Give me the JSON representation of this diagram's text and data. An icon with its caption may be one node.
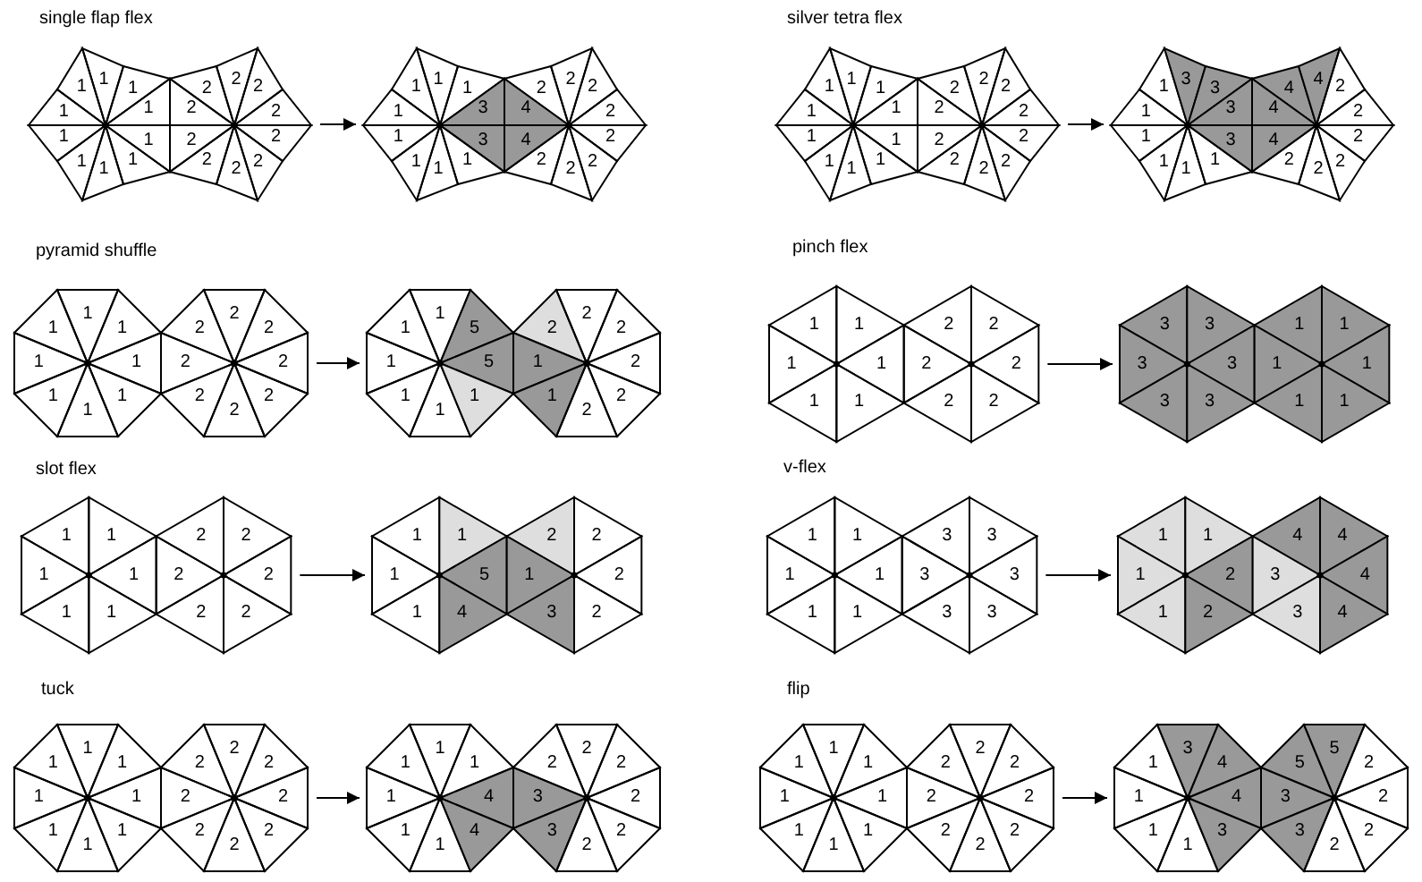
{
  "diagram": {
    "nodes": [
      {
        "text": [
          "1",
          "1",
          "1",
          "1",
          "1",
          "1",
          "1",
          "1",
          "1",
          "1",
          "2",
          "2",
          "2",
          "2",
          "2",
          "2",
          "2",
          "2",
          "2",
          "2"
        ]
      },
      {
        "text": [
          "1",
          "1",
          "1",
          "1",
          "3",
          "1",
          "3",
          "1",
          "1",
          "1",
          "2",
          "2",
          "2",
          "4",
          "2",
          "4",
          "2",
          "2",
          "2",
          "2"
        ]
      },
      {
        "text": [
          "1",
          "1",
          "1",
          "1",
          "1",
          "1",
          "1",
          "1",
          "1",
          "1",
          "2",
          "2",
          "2",
          "2",
          "2",
          "2",
          "2",
          "2",
          "2",
          "2"
        ]
      },
      {
        "text": [
          "1",
          "3",
          "3",
          "1",
          "3",
          "1",
          "3",
          "1",
          "1",
          "1",
          "4",
          "4",
          "2",
          "4",
          "2",
          "4",
          "2",
          "2",
          "2",
          "2"
        ]
      },
      {
        "text": [
          "1",
          "1",
          "1",
          "1",
          "1",
          "1",
          "1",
          "1",
          "2",
          "2",
          "2",
          "2",
          "2",
          "2",
          "2",
          "2"
        ]
      },
      {
        "text": [
          "1",
          "1",
          "5",
          "1",
          "5",
          "1",
          "1",
          "1",
          "2",
          "2",
          "2",
          "1",
          "2",
          "1",
          "2",
          "2"
        ]
      },
      {
        "text": [
          "1",
          "1",
          "1",
          "1",
          "1",
          "1",
          "2",
          "2",
          "2",
          "2",
          "2",
          "2"
        ]
      },
      {
        "text": [
          "3",
          "3",
          "3",
          "3",
          "3",
          "3",
          "1",
          "1",
          "1",
          "1",
          "1",
          "1"
        ]
      },
      {
        "text": [
          "1",
          "1",
          "1",
          "1",
          "1",
          "1",
          "2",
          "2",
          "2",
          "2",
          "2",
          "2"
        ]
      },
      {
        "text": [
          "1",
          "1",
          "1",
          "5",
          "1",
          "4",
          "2",
          "2",
          "1",
          "2",
          "3",
          "2"
        ]
      },
      {
        "text": [
          "1",
          "1",
          "1",
          "1",
          "1",
          "1",
          "3",
          "3",
          "3",
          "3",
          "3",
          "3"
        ]
      },
      {
        "text": [
          "1",
          "1",
          "1",
          "2",
          "1",
          "2",
          "4",
          "4",
          "3",
          "4",
          "3",
          "4"
        ]
      },
      {
        "text": [
          "1",
          "1",
          "1",
          "1",
          "1",
          "1",
          "1",
          "1",
          "2",
          "2",
          "2",
          "2",
          "2",
          "2",
          "2",
          "2"
        ]
      },
      {
        "text": [
          "1",
          "1",
          "1",
          "1",
          "4",
          "1",
          "1",
          "4",
          "2",
          "2",
          "2",
          "3",
          "2",
          "3",
          "2",
          "2"
        ]
      },
      {
        "text": [
          "1",
          "1",
          "1",
          "1",
          "1",
          "1",
          "1",
          "1",
          "2",
          "2",
          "2",
          "2",
          "2",
          "2",
          "2",
          "2"
        ]
      },
      {
        "text": [
          "1",
          "3",
          "4",
          "1",
          "4",
          "1",
          "1",
          "3",
          "5",
          "5",
          "2",
          "3",
          "2",
          "3",
          "2",
          "2"
        ]
      }
    ],
    "edges": [
      {
        "from": 0,
        "to": 1,
        "arrow": "to"
      },
      {
        "from": 2,
        "to": 3,
        "arrow": "to"
      },
      {
        "from": 4,
        "to": 5,
        "arrow": "to"
      },
      {
        "from": 6,
        "to": 7,
        "arrow": "to"
      },
      {
        "from": 8,
        "to": 9,
        "arrow": "to"
      },
      {
        "from": 10,
        "to": 11,
        "arrow": "to"
      },
      {
        "from": 12,
        "to": 13,
        "arrow": "to"
      },
      {
        "from": 14,
        "to": 15,
        "arrow": "to"
      }
    ],
    "labels": [
      "single flap flex",
      "silver tetra flex",
      "pyramid shuffle",
      "pinch flex",
      "slot flex",
      "v-flex",
      "tuck",
      "flip"
    ]
  }
}
